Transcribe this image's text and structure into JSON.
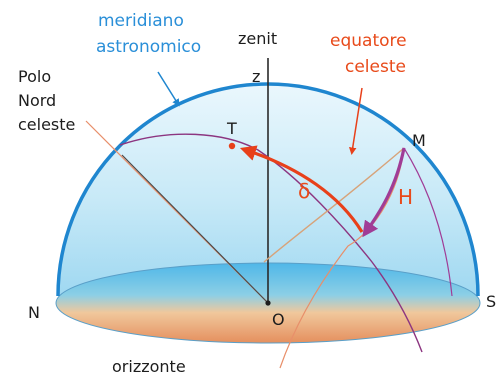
{
  "labels": {
    "meridian_line1": "meridiano",
    "meridian_line2": "astronomico",
    "zenith": "zenit",
    "equator_line1": "equatore",
    "equator_line2": "celeste",
    "pole_line1": "Polo",
    "pole_line2": "Nord",
    "pole_line3": "celeste",
    "z": "z",
    "t": "T",
    "m": "M",
    "delta": "δ",
    "h": "H",
    "n": "N",
    "s": "S",
    "o": "O",
    "horizon": "orizzonte"
  },
  "colors": {
    "dome_fill": "#c5e7f6",
    "dome_outline": "#1f86cf",
    "horizon_blue": "#6fc3ec",
    "horizon_warm": "#e9a37a",
    "label_dark": "#1d1d1d",
    "label_blue": "#2a8fd8",
    "label_red": "#e84a1a",
    "arc_red": "#e8401a",
    "arc_magenta": "#a03c96",
    "circle_purple": "#8c3580",
    "line_orange": "#e88f6a",
    "line_tan": "#d7a37a"
  }
}
